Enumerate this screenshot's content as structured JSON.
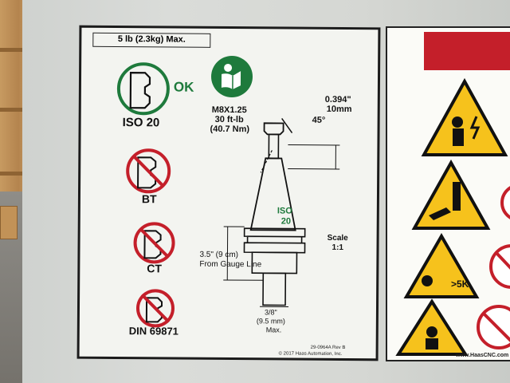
{
  "label": {
    "max_weight": "5 lb (2.3kg) Max.",
    "ok_badge": "OK",
    "holders": [
      {
        "name": "ISO 20",
        "status": "allowed"
      },
      {
        "name": "BT",
        "status": "prohibited"
      },
      {
        "name": "CT",
        "status": "prohibited"
      },
      {
        "name": "DIN 69871",
        "status": "prohibited"
      }
    ],
    "spec": {
      "thread": "M8X1.25",
      "torque": "30 ft-lb",
      "torque_metric": "(40.7 Nm)",
      "angle": "45°",
      "pull_stud_in": "0.394\"",
      "pull_stud_mm": "10mm",
      "holder_line1": "ISO",
      "holder_line2": "20",
      "scale_label": "Scale",
      "scale_value": "1:1",
      "gauge_dim": "3.5\" (9 cm)",
      "gauge_text": "From Gauge Line",
      "shank_in": "3/8\"",
      "shank_mm": "(9.5 mm)",
      "shank_max": "Max."
    },
    "footer_part": "29-0964A Rev B",
    "footer_copy": "© 2017 Haas Automation, Inc."
  },
  "warning_panel": {
    "url": "www.HaasCNC.com",
    "colors": {
      "red": "#c41f2a",
      "yellow": "#f6c21c",
      "green": "#1e7a3c"
    }
  }
}
